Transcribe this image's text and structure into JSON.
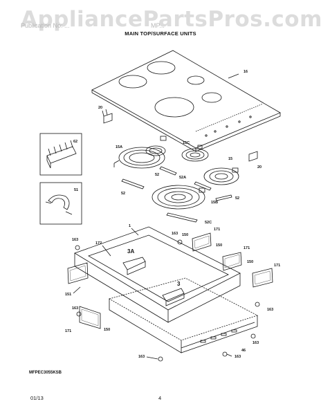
{
  "watermark": "AppliancePartsPros.com",
  "header": {
    "left": "Publication No: ...",
    "right": "MP... "
  },
  "section_title": "MAIN TOP/SURFACE UNITS",
  "model": "MFPEC3055KSB",
  "footer": {
    "date": "01/13",
    "page": "4"
  },
  "callouts": {
    "c16": "16",
    "c20a": "20",
    "c62": "62",
    "c51": "51",
    "c15a": "15A",
    "c15c": "15C",
    "c15": "15",
    "c20b": "20",
    "c52a": "52",
    "c52b": "52A",
    "c52c": "52",
    "c52d": "52",
    "c15b": "15B",
    "c52e": "52C",
    "c1": "1",
    "c163a": "163",
    "c150a": "150",
    "c171a": "171",
    "c150b": "150",
    "c163b": "163",
    "c172": "172",
    "c3a": "3A",
    "c171b": "171",
    "c150c": "150",
    "c171c": "171",
    "c3": "3",
    "c151": "151",
    "c163c": "163",
    "c171d": "171",
    "c150d": "150",
    "c163d": "163",
    "c163e": "163",
    "c46": "46",
    "c163f": "163",
    "c163g": "163"
  }
}
